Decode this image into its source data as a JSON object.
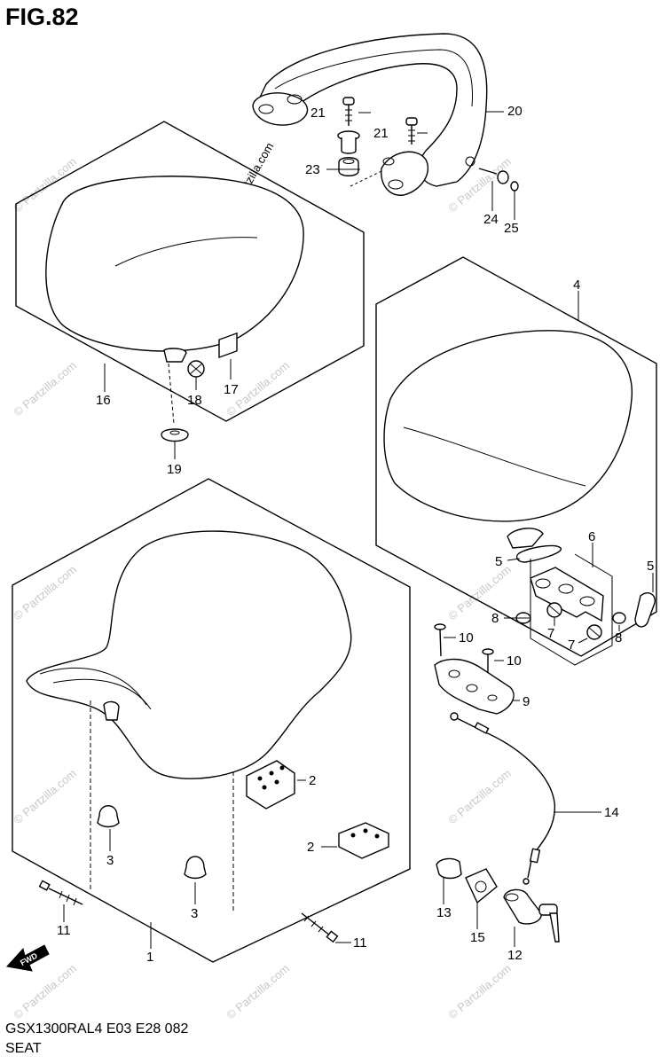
{
  "figure": {
    "title": "FIG.82",
    "model_code": "GSX1300RAL4  E03  E28  082",
    "section_name": "SEAT"
  },
  "watermarks": {
    "brand": "© Partzilla.com"
  },
  "direction_badge": {
    "label": "FWD",
    "icon": "arrow-forward-icon"
  },
  "callouts": [
    {
      "id": "c1",
      "label": "1"
    },
    {
      "id": "c2a",
      "label": "2"
    },
    {
      "id": "c2b",
      "label": "2"
    },
    {
      "id": "c3a",
      "label": "3"
    },
    {
      "id": "c3b",
      "label": "3"
    },
    {
      "id": "c4",
      "label": "4"
    },
    {
      "id": "c5a",
      "label": "5"
    },
    {
      "id": "c5b",
      "label": "5"
    },
    {
      "id": "c6",
      "label": "6"
    },
    {
      "id": "c7a",
      "label": "7"
    },
    {
      "id": "c7b",
      "label": "7"
    },
    {
      "id": "c8a",
      "label": "8"
    },
    {
      "id": "c8b",
      "label": "8"
    },
    {
      "id": "c9",
      "label": "9"
    },
    {
      "id": "c10a",
      "label": "10"
    },
    {
      "id": "c10b",
      "label": "10"
    },
    {
      "id": "c11a",
      "label": "11"
    },
    {
      "id": "c11b",
      "label": "11"
    },
    {
      "id": "c12",
      "label": "12"
    },
    {
      "id": "c13",
      "label": "13"
    },
    {
      "id": "c14",
      "label": "14"
    },
    {
      "id": "c15",
      "label": "15"
    },
    {
      "id": "c16",
      "label": "16"
    },
    {
      "id": "c17",
      "label": "17"
    },
    {
      "id": "c18",
      "label": "18"
    },
    {
      "id": "c19",
      "label": "19"
    },
    {
      "id": "c20",
      "label": "20"
    },
    {
      "id": "c21a",
      "label": "21"
    },
    {
      "id": "c21b",
      "label": "21"
    },
    {
      "id": "c23",
      "label": "23"
    },
    {
      "id": "c24",
      "label": "24"
    },
    {
      "id": "c25",
      "label": "25"
    }
  ],
  "colors": {
    "line": "#000000",
    "background": "#ffffff",
    "watermark": "#c9c9c9"
  }
}
